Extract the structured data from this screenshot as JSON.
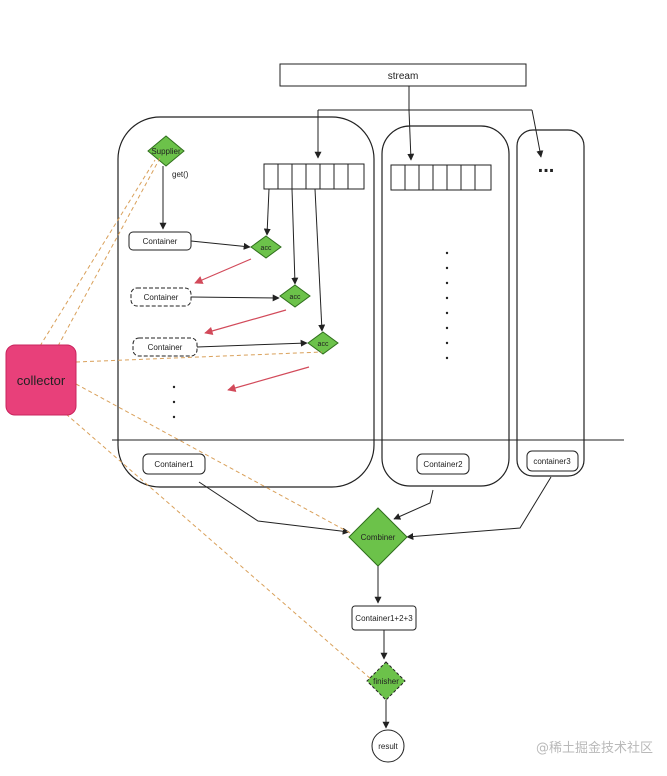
{
  "labels": {
    "stream": "stream",
    "supplier": "Supplier",
    "get": "get()",
    "container": "Container",
    "acc": "acc",
    "container1": "Container1",
    "container2": "Container2",
    "container3": "container3",
    "collector": "collector",
    "combiner": "Combiner",
    "container123": "Container1+2+3",
    "finisher": "finisher",
    "result": "result",
    "ellipsis": "..."
  },
  "colors": {
    "diamond_fill": "#6cc24a",
    "diamond_stroke": "#2f6e1c",
    "collector_fill": "#e8407a",
    "red_arrow": "#d24a5a",
    "dashed_line": "#d9a05a",
    "line": "#222222"
  },
  "watermark": "@稀土掘金技术社区"
}
